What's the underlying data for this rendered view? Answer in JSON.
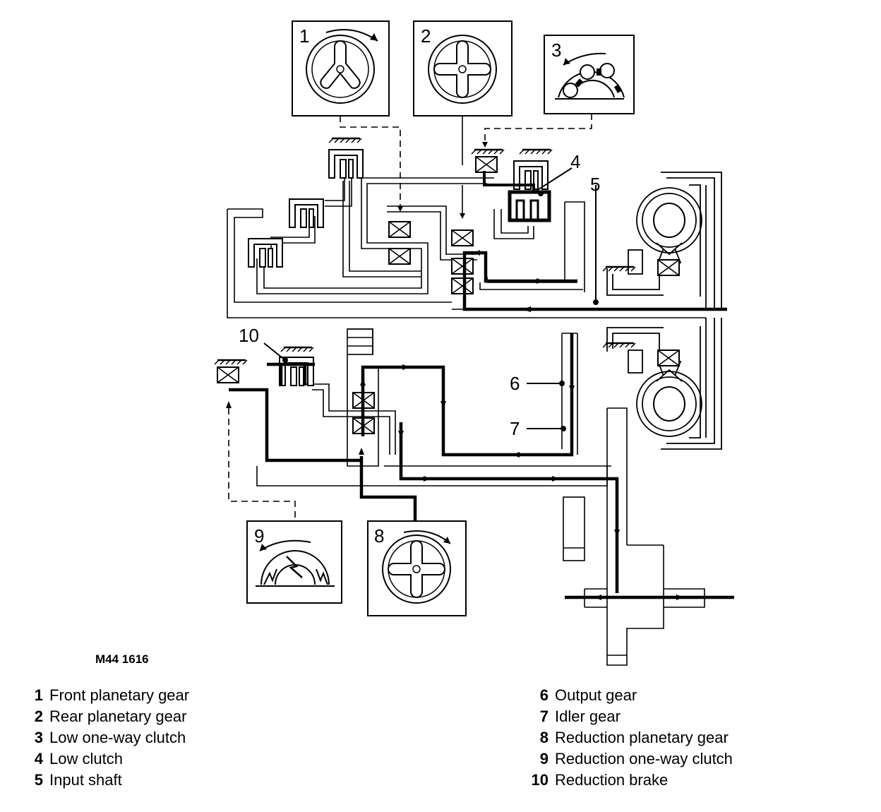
{
  "diagram": {
    "figure_id": "M44 1616",
    "callouts": {
      "c1": "1",
      "c2": "2",
      "c3": "3",
      "c4": "4",
      "c5": "5",
      "c6": "6",
      "c7": "7",
      "c8": "8",
      "c9": "9",
      "c10": "10"
    }
  },
  "legend": {
    "left": [
      {
        "num": "1",
        "label": "Front planetary gear"
      },
      {
        "num": "2",
        "label": "Rear planetary gear"
      },
      {
        "num": "3",
        "label": "Low one-way clutch"
      },
      {
        "num": "4",
        "label": "Low clutch"
      },
      {
        "num": "5",
        "label": "Input shaft"
      }
    ],
    "right": [
      {
        "num": "6",
        "label": "Output gear"
      },
      {
        "num": "7",
        "label": "Idler gear"
      },
      {
        "num": "8",
        "label": "Reduction planetary gear"
      },
      {
        "num": "9",
        "label": "Reduction one-way clutch"
      },
      {
        "num": "10",
        "label": "Reduction brake"
      }
    ]
  }
}
